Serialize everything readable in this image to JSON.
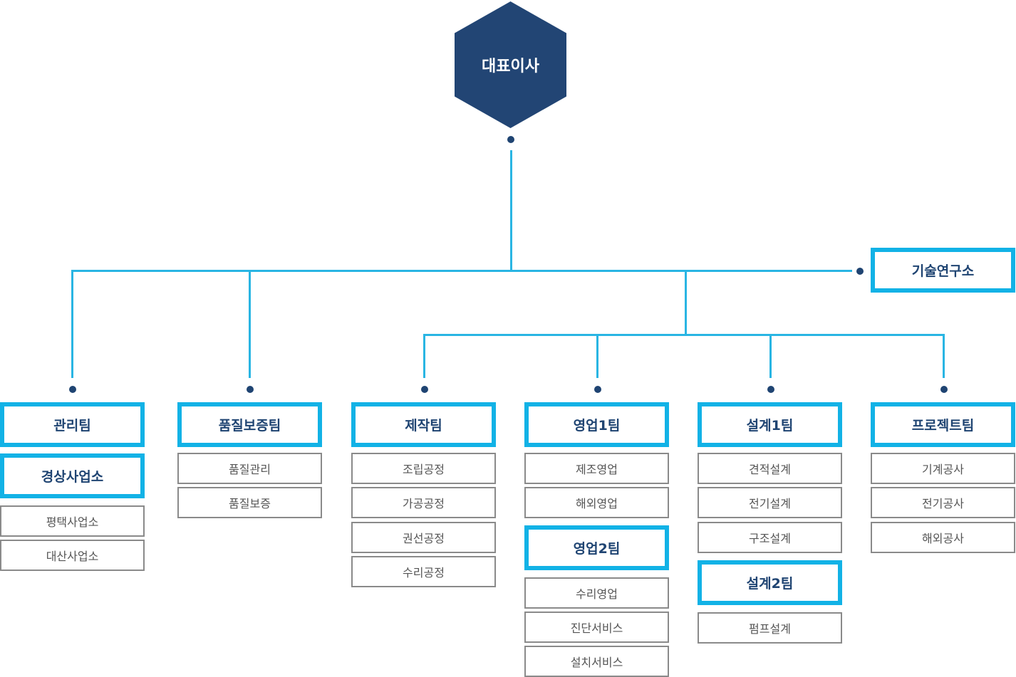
{
  "ceo": {
    "label": "대표이사"
  },
  "research": {
    "label": "기술연구소"
  },
  "teams": [
    {
      "label": "관리팀",
      "subs": []
    },
    {
      "label": "경상사업소",
      "subs": [
        "평택사업소",
        "대산사업소"
      ]
    },
    {
      "label": "품질보증팀",
      "subs": [
        "품질관리",
        "품질보증"
      ]
    },
    {
      "label": "제작팀",
      "subs": [
        "조립공정",
        "가공공정",
        "권선공정",
        "수리공정"
      ]
    },
    {
      "label": "영업1팀",
      "subs": [
        "제조영업",
        "해외영업"
      ]
    },
    {
      "label": "영업2팀",
      "subs": [
        "수리영업",
        "진단서비스",
        "설치서비스"
      ]
    },
    {
      "label": "설계1팀",
      "subs": [
        "견적설계",
        "전기설계",
        "구조설계"
      ]
    },
    {
      "label": "설계2팀",
      "subs": [
        "펌프설계"
      ]
    },
    {
      "label": "프로젝트팀",
      "subs": [
        "기계공사",
        "전기공사",
        "해외공사"
      ]
    }
  ]
}
